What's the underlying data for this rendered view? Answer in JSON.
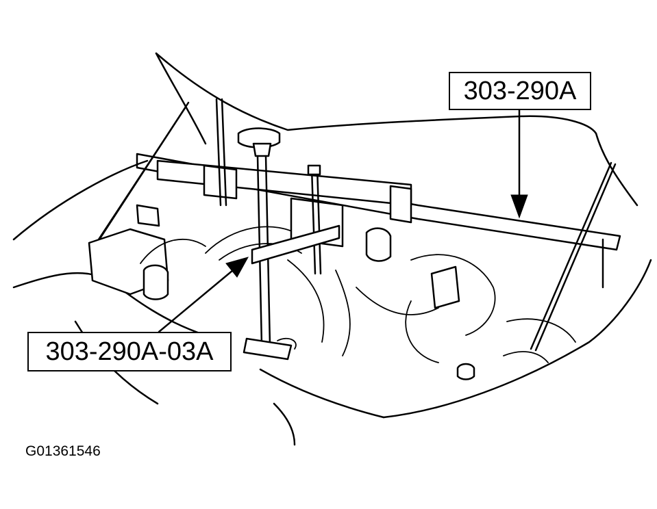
{
  "callouts": {
    "main_tool": "303-290A",
    "sub_tool": "303-290A-03A"
  },
  "figure_id": "G01361546"
}
